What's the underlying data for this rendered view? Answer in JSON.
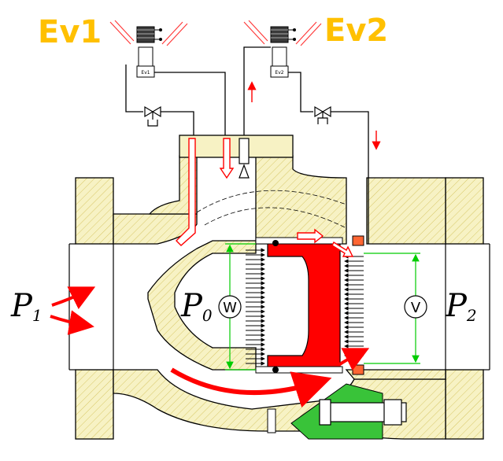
{
  "valves": {
    "ev1": {
      "label": "Ev1",
      "box_label": "Ev1"
    },
    "ev2": {
      "label": "Ev2",
      "box_label": "Ev2"
    }
  },
  "pressures": {
    "p1": {
      "main": "P",
      "sub": "1"
    },
    "p0": {
      "main": "P",
      "sub": "0"
    },
    "p2": {
      "main": "P",
      "sub": "2"
    }
  },
  "gauges": {
    "left": "W",
    "right": "V"
  },
  "colors": {
    "body_fill": "#f7f2c4",
    "hatch": "#d7c766",
    "piston": "#ff0000",
    "arrow": "#ff0000",
    "dimension": "#00cc00",
    "bracket": "#39c339",
    "label_yellow": "#ffc000",
    "coil": "#3a3a3a"
  }
}
